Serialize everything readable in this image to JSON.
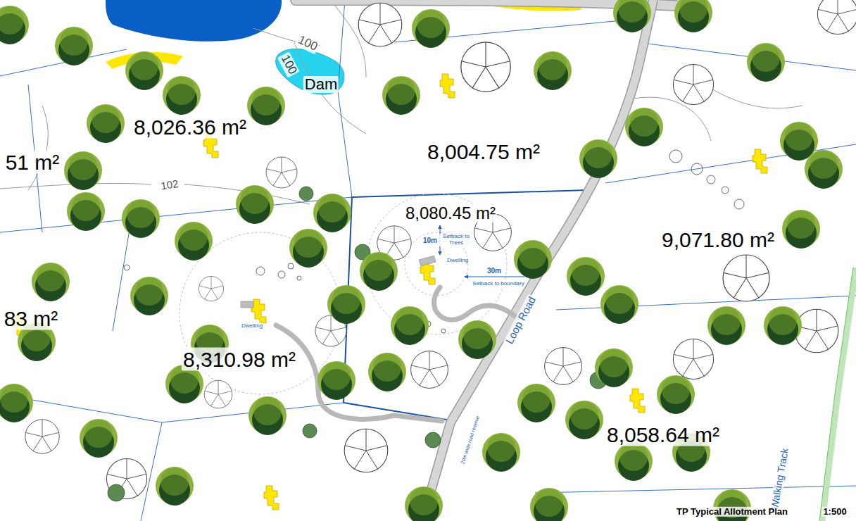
{
  "diagram": {
    "title": "TP Typical Allotment Plan",
    "labels": [
      "8,026.36 m²",
      "51 m²",
      "8,004.75 m²",
      "8,080.45 m²",
      "9,071.80 m²",
      "83 m²",
      "8,310.98 m²",
      "8,058.64 m²",
      "100",
      "100",
      "Dam",
      "102",
      "10m",
      "Setback to Trees",
      "Dwelling",
      "30m",
      "Setback to boundary",
      "Dwelling",
      "Loop Road",
      "20m wide road reserve",
      "Walking Track",
      "1:500"
    ]
  }
}
